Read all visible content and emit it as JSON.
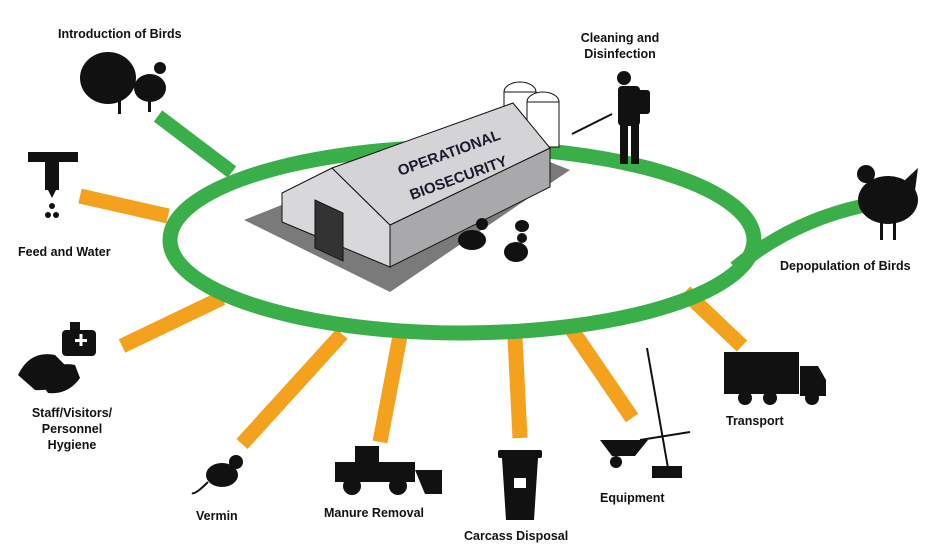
{
  "center_label": [
    "OPERATIONAL",
    "BIOSECURITY"
  ],
  "colors": {
    "ring": "#3aae49",
    "inbound_arrow": "#f4a21e",
    "icon": "#111111"
  },
  "nodes": [
    {
      "id": "introduction",
      "label": "Introduction of Birds",
      "icon": "turkey-icon",
      "arrow": "green-inbound"
    },
    {
      "id": "cleaning",
      "label": "Cleaning and Disinfection",
      "icon": "sprayer-person-icon",
      "arrow": "none"
    },
    {
      "id": "depopulation",
      "label": "Depopulation of Birds",
      "icon": "hen-icon",
      "arrow": "green-outbound"
    },
    {
      "id": "feed",
      "label": "Feed and Water",
      "icon": "water-tap-icon",
      "arrow": "orange-inbound"
    },
    {
      "id": "staff",
      "label": "Staff/Visitors/ Personnel Hygiene",
      "icon": "hand-sanitizer-icon",
      "arrow": "orange-inbound"
    },
    {
      "id": "vermin",
      "label": "Vermin",
      "icon": "rat-icon",
      "arrow": "orange-inbound"
    },
    {
      "id": "manure",
      "label": "Manure Removal",
      "icon": "loader-icon",
      "arrow": "orange-inbound"
    },
    {
      "id": "carcass",
      "label": "Carcass Disposal",
      "icon": "locked-bin-icon",
      "arrow": "orange-inbound"
    },
    {
      "id": "equipment",
      "label": "Equipment",
      "icon": "wheelbarrow-broom-icon",
      "arrow": "orange-inbound"
    },
    {
      "id": "transport",
      "label": "Transport",
      "icon": "truck-icon",
      "arrow": "orange-inbound"
    }
  ]
}
